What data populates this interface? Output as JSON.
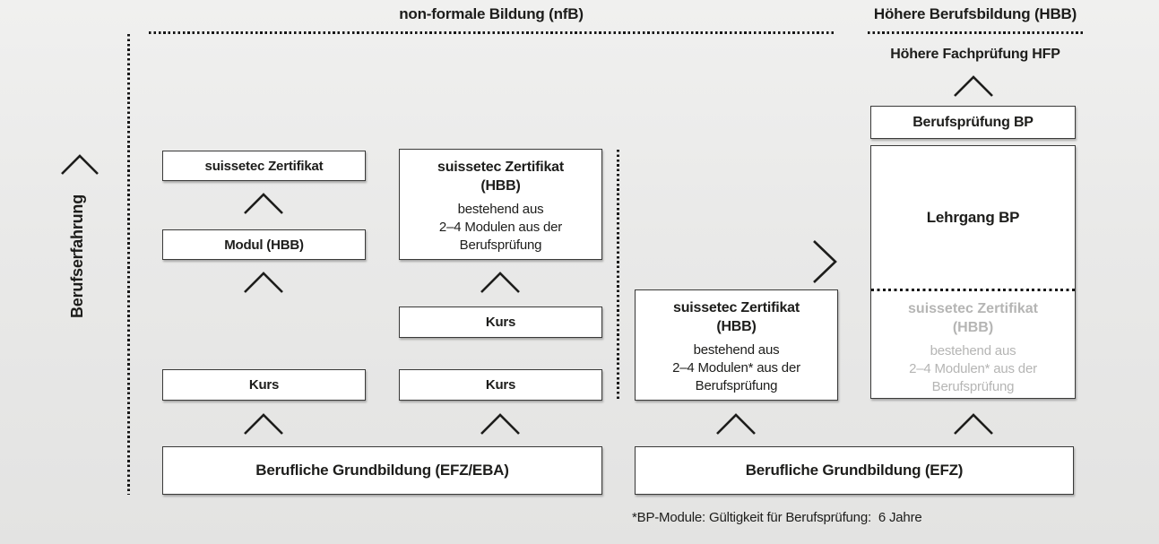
{
  "colors": {
    "background": "#e9e9e8",
    "box_background": "#ffffff",
    "box_border": "#3a3a39",
    "text": "#1d1d1b",
    "muted_text": "#b5b5b4"
  },
  "headers": {
    "nfb": "non-formale Bildung (nfB)",
    "hbb": "Höhere Berufsbildung (HBB)",
    "hfp": "Höhere Fachprüfung HFP"
  },
  "side_label": "Berufserfahrung",
  "boxes": {
    "berufspruefung_bp": "Berufsprüfung BP",
    "lehrgang_bp": "Lehrgang BP",
    "suissetec_zertifikat": "suissetec Zertifikat",
    "modul_hbb": "Modul (HBB)",
    "kurs_left": "Kurs",
    "kurs_mid_top": "Kurs",
    "kurs_mid_bottom": "Kurs",
    "grundbildung_left": "Berufliche Grundbildung (EFZ/EBA)",
    "grundbildung_right": "Berufliche Grundbildung (EFZ)",
    "zert_hbb_nfb": {
      "title": "suissetec Zertifikat",
      "subtitle": "(HBB)",
      "lines": [
        "bestehend aus",
        "2–4 Modulen aus der",
        "Berufsprüfung"
      ]
    },
    "zert_hbb_efz": {
      "title": "suissetec Zertifikat",
      "subtitle": "(HBB)",
      "lines": [
        "bestehend aus",
        "2–4 Modulen* aus der",
        "Berufsprüfung"
      ]
    },
    "zert_hbb_lehrgang": {
      "title": "suissetec Zertifikat",
      "subtitle": "(HBB)",
      "lines": [
        "bestehend aus",
        "2–4 Modulen* aus der",
        "Berufsprüfung"
      ]
    }
  },
  "footnote": "*BP-Module: Gültigkeit für Berufsprüfung:  6 Jahre"
}
